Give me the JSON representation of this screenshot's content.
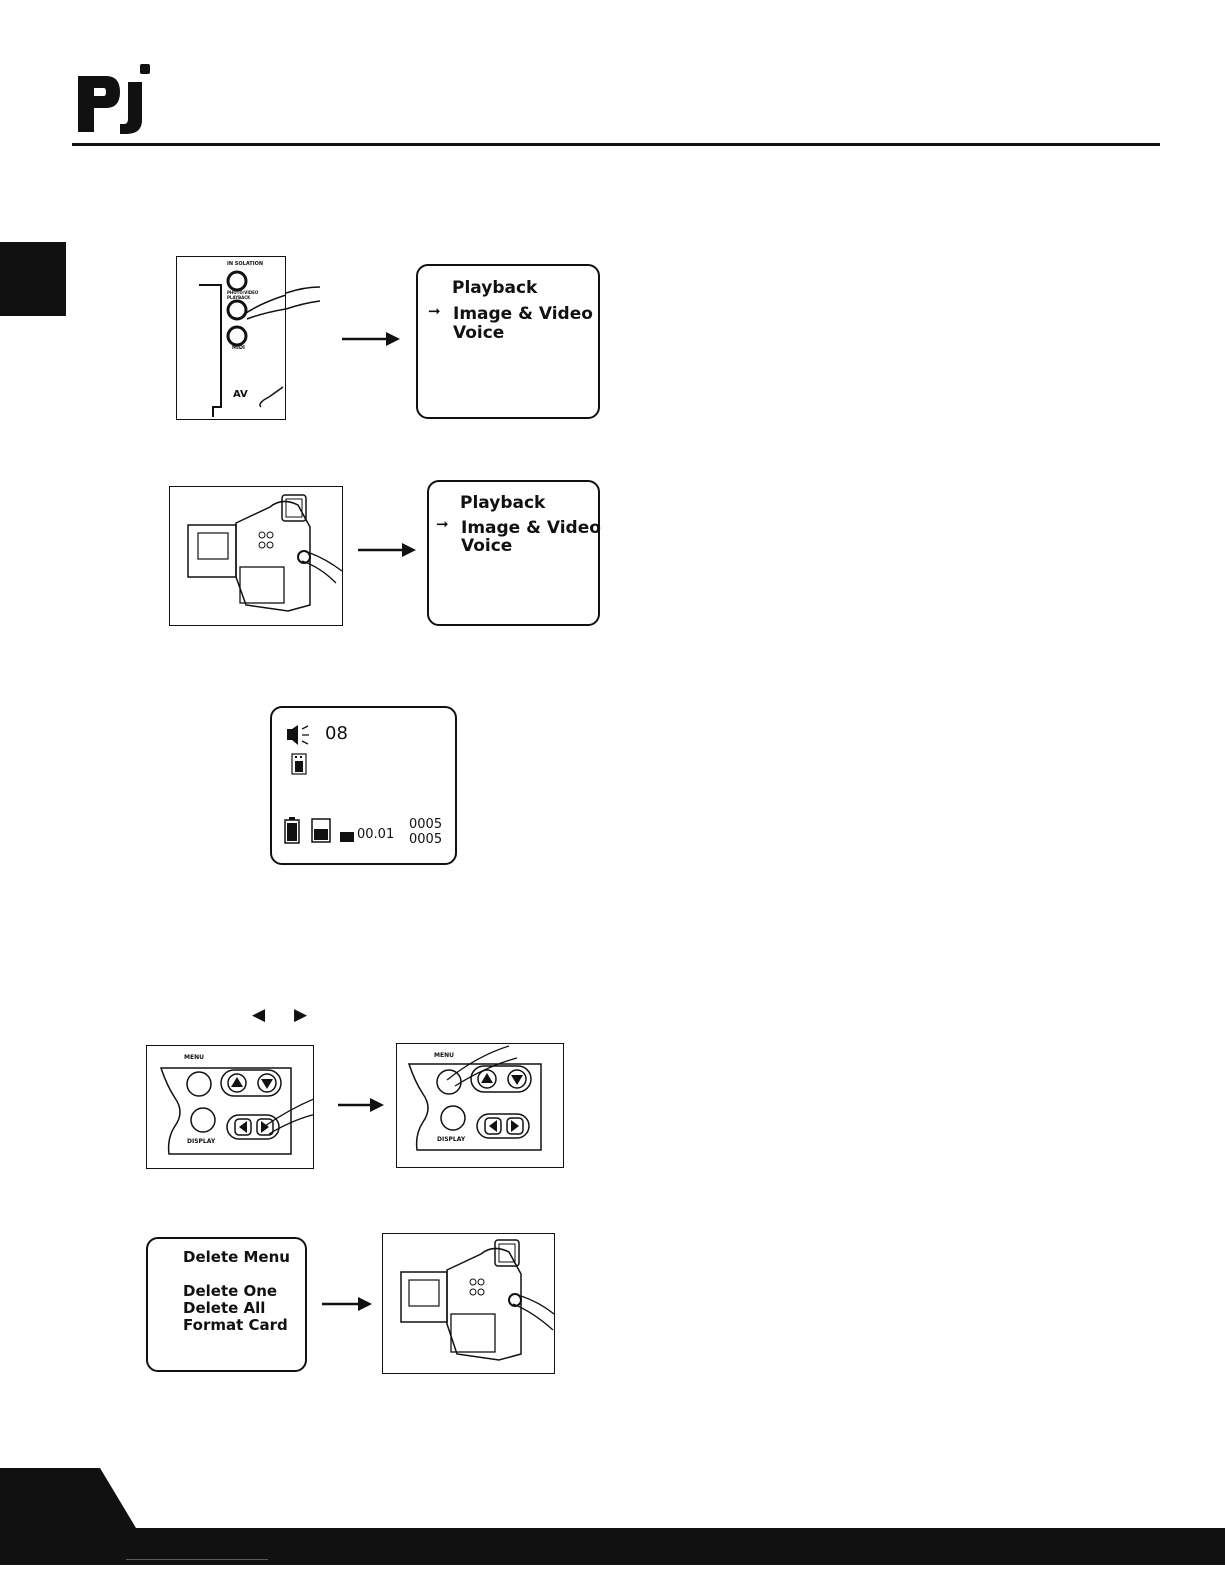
{
  "brand": {
    "logo_text": "pj",
    "accent": "#111111"
  },
  "figure1": {
    "panel_labels": {
      "top": "IN SOLATION",
      "middle": "PHOTO/VIDEO PLAYBACK",
      "bottom": "MIDI",
      "av": "AV"
    },
    "menu": {
      "title": "Playback",
      "item_selected": "Image & Video",
      "item_other": "Voice"
    }
  },
  "figure2": {
    "menu": {
      "title": "Playback",
      "item_selected": "Image & Video",
      "item_other": "Voice"
    }
  },
  "figure3": {
    "volume": "08",
    "time": "00.01",
    "counter_current": "0005",
    "counter_total": "0005"
  },
  "figure4": {
    "nav_hint_left": "◀",
    "nav_hint_right": "▶",
    "labels": {
      "menu": "MENU",
      "display": "DISPLAY"
    }
  },
  "figure5": {
    "menu": {
      "title": "Delete Menu",
      "items": [
        "Delete One",
        "Delete All",
        "Format Card"
      ]
    }
  }
}
